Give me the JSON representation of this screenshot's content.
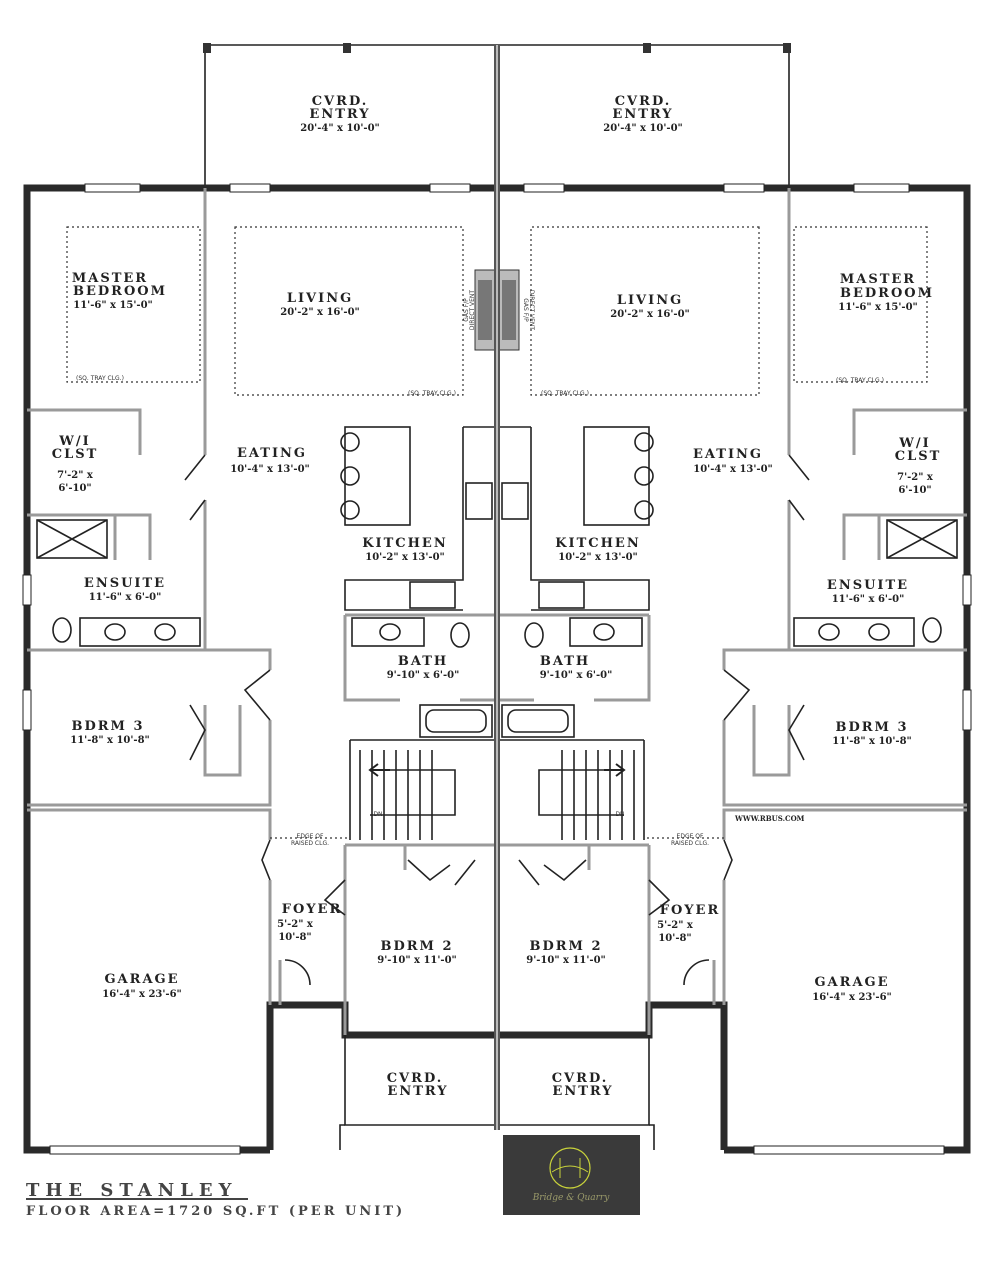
{
  "plan": {
    "title": "THE STANLEY",
    "subtitle": "FLOOR AREA=1720 SQ.FT (PER UNIT)",
    "website": "WWW.RBUS.COM",
    "logo_text": "Bridge & Quarry",
    "logo_bg": "#3a3a3a",
    "logo_accent": "#c8d23a"
  },
  "units": [
    {
      "cvrd_entry_top": {
        "name1": "CVRD.",
        "name2": "ENTRY",
        "dims": "20'-4\" x 10'-0\""
      },
      "master_bedroom": {
        "name1": "MASTER",
        "name2": "BEDROOM",
        "dims": "11'-6\" x 15'-0\"",
        "note": "(SQ. TRAY CLG.)"
      },
      "living": {
        "name": "LIVING",
        "dims": "20'-2\" x 16'-0\"",
        "note": "(SQ. TRAY CLG.)"
      },
      "fireplace": {
        "label1": "GAS F/P",
        "label2": "DIRECT VENT"
      },
      "wi_closet": {
        "name1": "W/I",
        "name2": "CLST",
        "dims1": "7'-2\" x",
        "dims2": "6'-10\""
      },
      "eating": {
        "name": "EATING",
        "dims": "10'-4\" x 13'-0\""
      },
      "kitchen": {
        "name": "KITCHEN",
        "dims": "10'-2\" x 13'-0\""
      },
      "ensuite": {
        "name": "ENSUITE",
        "dims": "11'-6\" x 6'-0\""
      },
      "bath": {
        "name": "BATH",
        "dims": "9'-10\" x 6'-0\""
      },
      "bdrm3": {
        "name": "BDRM 3",
        "dims": "11'-8\" x 10'-8\""
      },
      "stairs": {
        "label": "DN"
      },
      "ceiling_note": {
        "line1": "EDGE OF",
        "line2": "RAISED CLG."
      },
      "foyer": {
        "name": "FOYER",
        "dims1": "5'-2\" x",
        "dims2": "10'-8\""
      },
      "bdrm2": {
        "name": "BDRM 2",
        "dims": "9'-10\" x 11'-0\""
      },
      "garage": {
        "name": "GARAGE",
        "dims": "16'-4\" x 23'-6\""
      },
      "cvrd_entry_bottom": {
        "name1": "CVRD.",
        "name2": "ENTRY"
      }
    },
    {
      "cvrd_entry_top": {
        "name1": "CVRD.",
        "name2": "ENTRY",
        "dims": "20'-4\" x 10'-0\""
      },
      "master_bedroom": {
        "name1": "MASTER",
        "name2": "BEDROOM",
        "dims": "11'-6\" x 15'-0\"",
        "note": "(SQ. TRAY CLG.)"
      },
      "living": {
        "name": "LIVING",
        "dims": "20'-2\" x 16'-0\"",
        "note": "(SQ. TRAY CLG.)"
      },
      "fireplace": {
        "label1": "GAS F/P",
        "label2": "DIRECT VENT"
      },
      "wi_closet": {
        "name1": "W/I",
        "name2": "CLST",
        "dims1": "7'-2\" x",
        "dims2": "6'-10\""
      },
      "eating": {
        "name": "EATING",
        "dims": "10'-4\" x 13'-0\""
      },
      "kitchen": {
        "name": "KITCHEN",
        "dims": "10'-2\" x 13'-0\""
      },
      "ensuite": {
        "name": "ENSUITE",
        "dims": "11'-6\" x 6'-0\""
      },
      "bath": {
        "name": "BATH",
        "dims": "9'-10\" x 6'-0\""
      },
      "bdrm3": {
        "name": "BDRM 3",
        "dims": "11'-8\" x 10'-8\""
      },
      "stairs": {
        "label": "DN"
      },
      "ceiling_note": {
        "line1": "EDGE OF",
        "line2": "RAISED CLG."
      },
      "foyer": {
        "name": "FOYER",
        "dims1": "5'-2\" x",
        "dims2": "10'-8\""
      },
      "bdrm2": {
        "name": "BDRM 2",
        "dims": "9'-10\" x 11'-0\""
      },
      "garage": {
        "name": "GARAGE",
        "dims": "16'-4\" x 23'-6\""
      },
      "cvrd_entry_bottom": {
        "name1": "CVRD.",
        "name2": "ENTRY"
      }
    }
  ]
}
